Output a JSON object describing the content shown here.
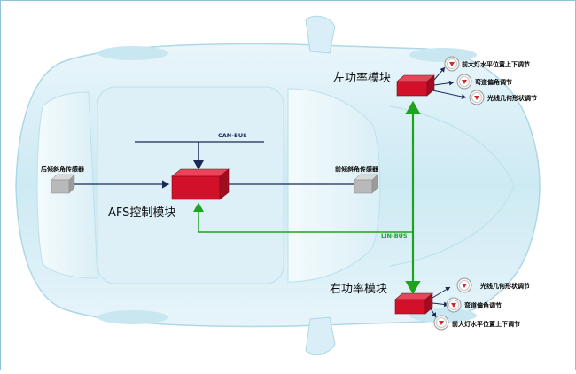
{
  "diagram": {
    "modules": {
      "afs": "AFS控制模块",
      "left_power": "左功率模块",
      "right_power": "右功率模块"
    },
    "sensors": {
      "rear": "后倾斜角传感器",
      "front": "前倾斜角传感器"
    },
    "buses": {
      "can": "CAN-BUS",
      "lin": "LIN-BUS"
    },
    "left_functions": [
      "前大灯水平位置上下调节",
      "弯道偏角调节",
      "光线几何形状调节"
    ],
    "right_functions": [
      "光线几何形状调节",
      "弯道偏角调节",
      "前大灯水平位置上下调节"
    ],
    "colors": {
      "module": "#d3102a",
      "sensor": "#b9b9b9",
      "can_line": "#1a2a55",
      "lin_line": "#1ea31e",
      "car_body": "#d4edf5"
    }
  }
}
